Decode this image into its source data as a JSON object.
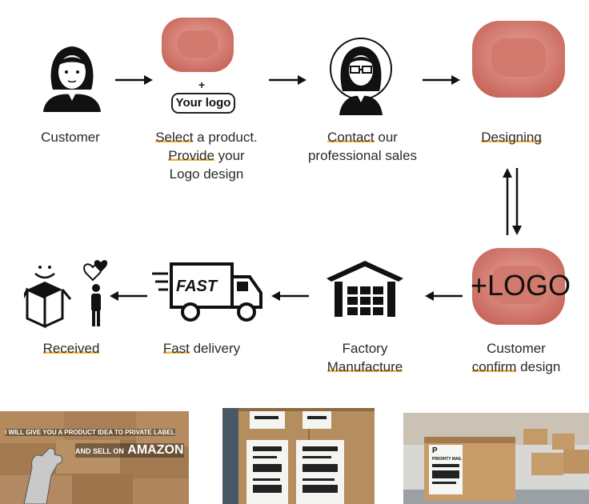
{
  "steps_top": [
    {
      "id": "customer",
      "lines": [
        "Customer"
      ],
      "highlight": []
    },
    {
      "id": "select",
      "lines": [
        "Select a product.",
        "Provide your",
        "Logo design"
      ],
      "highlight": [
        "Select",
        "Provide"
      ]
    },
    {
      "id": "contact",
      "lines": [
        "Contact our",
        "professional sales"
      ],
      "highlight": [
        "Contact"
      ]
    },
    {
      "id": "designing",
      "lines": [
        "Designing"
      ],
      "highlight": [
        "Designing"
      ]
    }
  ],
  "steps_bottom": [
    {
      "id": "received",
      "lines": [
        "Received"
      ],
      "highlight": [
        "Received"
      ]
    },
    {
      "id": "fast",
      "lines": [
        "Fast delivery"
      ],
      "highlight": [
        "Fast"
      ]
    },
    {
      "id": "factory",
      "lines": [
        "Factory",
        "Manufacture"
      ],
      "highlight": [
        "Manufacture"
      ]
    },
    {
      "id": "confirm",
      "lines": [
        "Customer",
        "confirm design"
      ],
      "highlight": [
        "confirm"
      ]
    }
  ],
  "plus_sign": "+",
  "your_logo": "Your logo",
  "logo_overlay": "+LOGO",
  "truck_text": "FAST",
  "photos": {
    "amazon_line1": "I WILL GIVE YOU A PRODUCT IDEA TO PRIVATE LABEL",
    "amazon_line2": "AND SELL ON",
    "amazon_brand": "AMAZON",
    "mail_label": "PRIORITY MAIL",
    "mail_p": "P"
  },
  "colors": {
    "highlight": "#f3b23c",
    "bed": "#d98378",
    "ink": "#111111"
  }
}
